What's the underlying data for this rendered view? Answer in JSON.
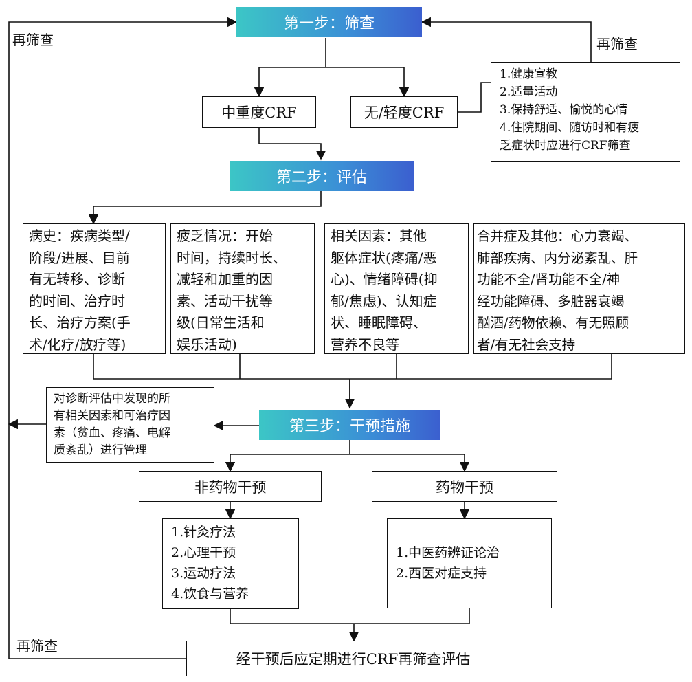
{
  "steps": {
    "step1": "第一步：筛查",
    "step2": "第二步：评估",
    "step3": "第三步：干预措施"
  },
  "screening_results": {
    "moderate_severe": "中重度CRF",
    "none_mild": "无/轻度CRF"
  },
  "none_mild_measures": [
    "1.健康宣教",
    "2.适量活动",
    "3.保持舒适、愉悦的心情",
    "4.住院期间、随访时和有疲",
    "乏症状时应进行CRF筛查"
  ],
  "rescreen_label": "再筛查",
  "assessment_factors": [
    {
      "lines": [
        "病史：疾病类型/",
        "阶段/进展、目前",
        "有无转移、诊断",
        "的时间、治疗时",
        "长、治疗方案(手",
        "术/化疗/放疗等)"
      ]
    },
    {
      "lines": [
        "疲乏情况：开始",
        "时间，持续时长、",
        "减轻和加重的因",
        "素、活动干扰等",
        "级(日常生活和",
        "娱乐活动)"
      ]
    },
    {
      "lines": [
        "相关因素：其他",
        "躯体症状(疼痛/恶",
        "心)、情绪障碍(抑",
        "郁/焦虑)、认知症",
        "状、睡眠障碍、",
        "营养不良等"
      ]
    },
    {
      "lines": [
        "合并症及其他：心力衰竭、",
        "肺部疾病、内分泌紊乱、肝",
        "功能不全/肾功能不全/神",
        "经功能障碍、多脏器衰竭",
        "酗酒/药物依赖、有无照顾",
        "者/有无社会支持"
      ]
    }
  ],
  "management_note": [
    "对诊断评估中发现的所",
    "有相关因素和可治疗因",
    "素（贫血、疼痛、电解",
    "质紊乱）进行管理"
  ],
  "interventions": {
    "non_drug": {
      "title": "非药物干预",
      "items": [
        "1.针灸疗法",
        "2.心理干预",
        "3.运动疗法",
        "4.饮食与营养"
      ]
    },
    "drug": {
      "title": "药物干预",
      "items": [
        "1.中医药辨证论治",
        "2.西医对症支持"
      ]
    }
  },
  "final_step": "经干预后应定期进行CRF再筛查评估"
}
